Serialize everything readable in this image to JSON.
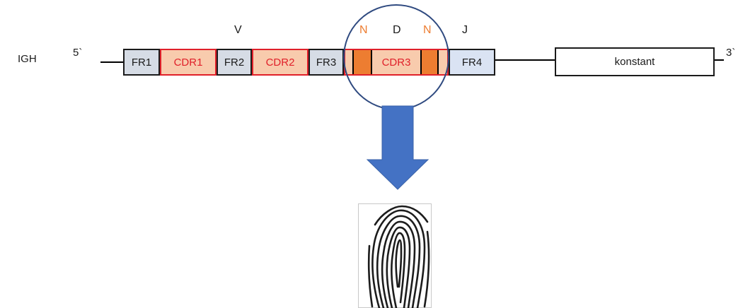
{
  "gene_label": "IGH",
  "five_prime": "5`",
  "three_prime": "3`",
  "segment_labels": {
    "v": "V",
    "n_left": "N",
    "d": "D",
    "n_right": "N",
    "j": "J"
  },
  "regions": {
    "fr1": "FR1",
    "cdr1": "CDR1",
    "fr2": "FR2",
    "cdr2": "CDR2",
    "fr3": "FR3",
    "cdr3": "CDR3",
    "fr4": "FR4"
  },
  "constant_label": "konstant",
  "colors": {
    "framework_fill": "#d6dce5",
    "cdr_fill": "#f8cbad",
    "cdr_border": "#e0202a",
    "n_region": "#ed7d31",
    "circle": "#2f4a80",
    "arrow": "#4472c4"
  },
  "icons": {
    "fingerprint": "fingerprint-icon",
    "arrow": "arrow-down-icon"
  }
}
